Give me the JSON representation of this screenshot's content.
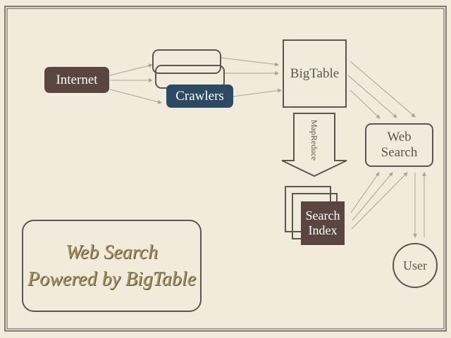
{
  "nodes": {
    "internet": "Internet",
    "crawlers": "Crawlers",
    "bigtable": "BigTable",
    "mapreduce": "MapReduce",
    "web_search": [
      "Web",
      "Search"
    ],
    "search_index": [
      "Search",
      "Index"
    ],
    "user": "User"
  },
  "motto": [
    "Web Search",
    "Powered by BigTable"
  ],
  "colors": {
    "background": "#f2ebdc",
    "internet": "#5a4640",
    "crawlers": "#2c4a63",
    "search_index": "#5a4640",
    "outline": "#5b5650",
    "arrow": "#a9a398"
  }
}
